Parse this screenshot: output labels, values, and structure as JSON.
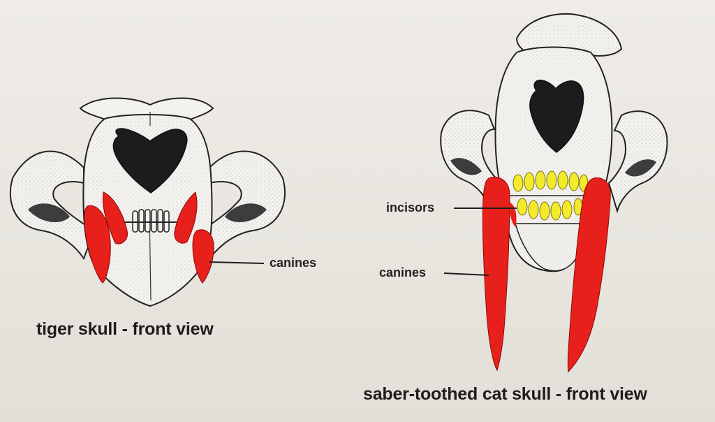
{
  "tiger": {
    "caption": "tiger skull - front view",
    "labels": {
      "canines": "canines"
    }
  },
  "saber": {
    "caption": "saber-toothed cat skull - front view",
    "labels": {
      "incisors": "incisors",
      "canines": "canines"
    }
  },
  "colors": {
    "canine": "#e8201c",
    "incisor": "#f2ea2a",
    "bone": "#f4f2ee",
    "cavity": "#1c1c1e",
    "ink": "#1e1d1b",
    "background": "#ebe8e2"
  }
}
